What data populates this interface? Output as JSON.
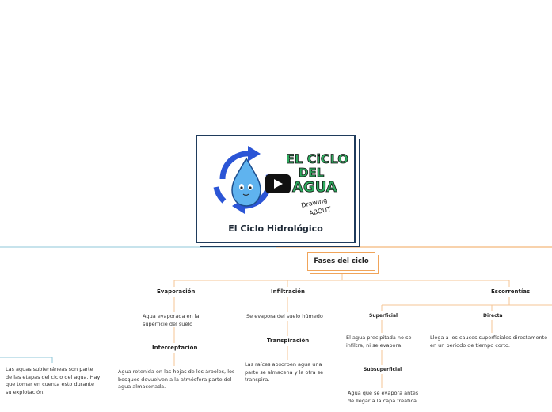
{
  "root": {
    "title": "El Ciclo Hidrológico",
    "thumbnail": {
      "logo_line1": "EL CiCLO",
      "logo_line2": "DEL",
      "logo_line3": "AGUA",
      "signature_line1": "Drawing",
      "signature_line2": "ABOUT",
      "play_icon": "play-icon",
      "mascot": "water-drop-icon",
      "arrow_icon": "cycle-arrows-icon"
    }
  },
  "main": {
    "label": "Fases del ciclo"
  },
  "branches": {
    "evaporacion": {
      "label": "Evaporación",
      "desc": "Agua evaporada en la superficie del suelo",
      "sub": {
        "label": "Interceptación",
        "desc": "Agua retenida en las hojas de los árboles, los bosques devuelven a la atmósfera parte del agua almacenada."
      }
    },
    "infiltracion": {
      "label": "Infiltración",
      "desc": "Se evapora del suelo húmedo",
      "sub": {
        "label": "Transpiración",
        "desc": "Las raíces absorben agua una parte se almacena y la otra se transpira."
      }
    },
    "escorrentias": {
      "label": "Escorrentías",
      "superficial": {
        "label": "Superficial",
        "desc": "El agua precipitada no se infiltra, ni se evapora.",
        "sub": {
          "label": "Subsuperficial",
          "desc": "Agua que se evapora antes de llegar a la capa freática."
        }
      },
      "directa": {
        "label": "Directa",
        "desc": "Llega a los cauces superficiales directamente en un periodo de tiempo corto."
      }
    },
    "subterranea": {
      "desc": "Las aguas subterráneas son parte de las etapas del ciclo del agua. Hay que tomar en cuenta esto durante su explotación."
    }
  },
  "colors": {
    "root_border": "#1f3b5c",
    "orange": "#f0a45a",
    "teal": "#8fc7d9",
    "logo_green": "#2eaa5e"
  }
}
